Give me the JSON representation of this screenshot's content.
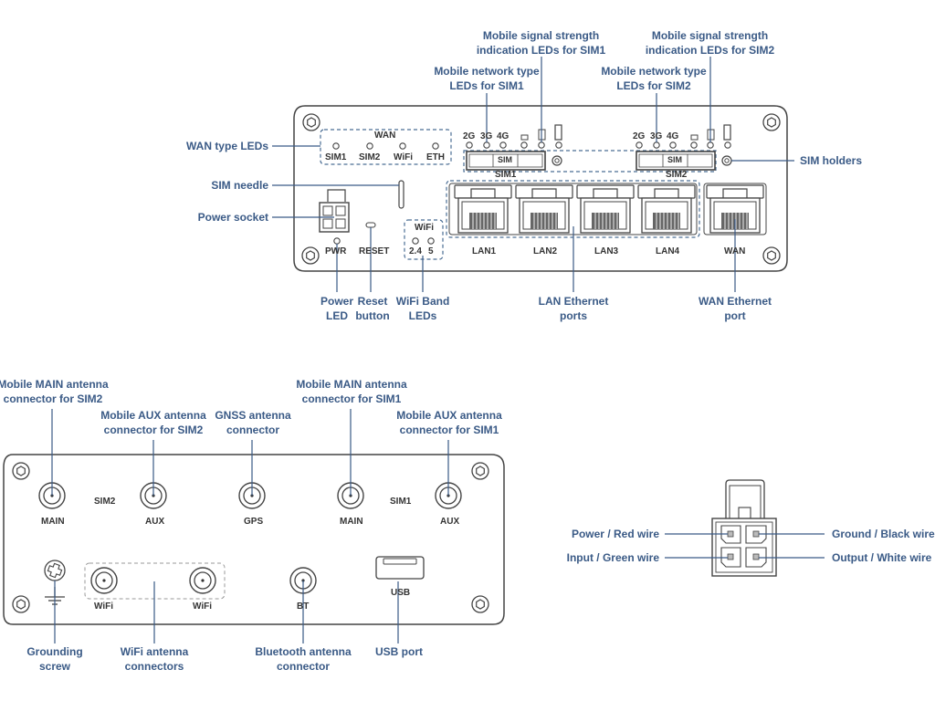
{
  "front_panel": {
    "wan_box_title": "WAN",
    "wan_leds": [
      "SIM1",
      "SIM2",
      "WiFi",
      "ETH"
    ],
    "sim1_net_leds": [
      "2G",
      "3G",
      "4G"
    ],
    "sim2_net_leds": [
      "2G",
      "3G",
      "4G"
    ],
    "sim_slot_label": "SIM",
    "sim1_label": "SIM1",
    "sim2_label": "SIM2",
    "pwr_label": "PWR",
    "reset_label": "RESET",
    "wifi_box_title": "WiFi",
    "wifi_bands": [
      "2.4",
      "5"
    ],
    "lan_ports": [
      "LAN1",
      "LAN2",
      "LAN3",
      "LAN4"
    ],
    "wan_port": "WAN"
  },
  "front_callouts": {
    "signal_sim1": [
      "Mobile signal strength",
      "indication LEDs for SIM1"
    ],
    "signal_sim2": [
      "Mobile signal strength",
      "indication LEDs for SIM2"
    ],
    "nettype_sim1": [
      "Mobile network type",
      "LEDs for SIM1"
    ],
    "nettype_sim2": [
      "Mobile network type",
      "LEDs for SIM2"
    ],
    "wan_type_leds": "WAN type LEDs",
    "sim_needle": "SIM needle",
    "power_socket": "Power socket",
    "sim_holders": "SIM holders",
    "power_led": [
      "Power",
      "LED"
    ],
    "reset_button": [
      "Reset",
      "button"
    ],
    "wifi_band_leds": [
      "WiFi Band",
      "LEDs"
    ],
    "lan_ports": [
      "LAN Ethernet",
      "ports"
    ],
    "wan_port": [
      "WAN Ethernet",
      "port"
    ]
  },
  "back_panel": {
    "sim2_label": "SIM2",
    "sim1_label": "SIM1",
    "connectors": [
      "MAIN",
      "AUX",
      "GPS",
      "MAIN",
      "AUX"
    ],
    "wifi_labels": [
      "WiFi",
      "WiFi"
    ],
    "bt_label": "BT",
    "usb_label": "USB"
  },
  "back_callouts": {
    "main_sim2": [
      "Mobile MAIN antenna",
      "connector for SIM2"
    ],
    "aux_sim2": [
      "Mobile AUX antenna",
      "connector for SIM2"
    ],
    "gnss": [
      "GNSS antenna",
      "connector"
    ],
    "main_sim1": [
      "Mobile MAIN antenna",
      "connector for SIM1"
    ],
    "aux_sim1": [
      "Mobile AUX antenna",
      "connector for SIM1"
    ],
    "grounding": [
      "Grounding",
      "screw"
    ],
    "wifi_ant": [
      "WiFi antenna",
      "connectors"
    ],
    "bt_ant": [
      "Bluetooth antenna",
      "connector"
    ],
    "usb": "USB port"
  },
  "power_connector": {
    "power": "Power / Red wire",
    "input": "Input / Green wire",
    "ground": "Ground / Black wire",
    "output": "Output / White wire"
  },
  "colors": {
    "callout": "#3a5a86",
    "device": "#444444",
    "dashed": "#4a6d94"
  }
}
